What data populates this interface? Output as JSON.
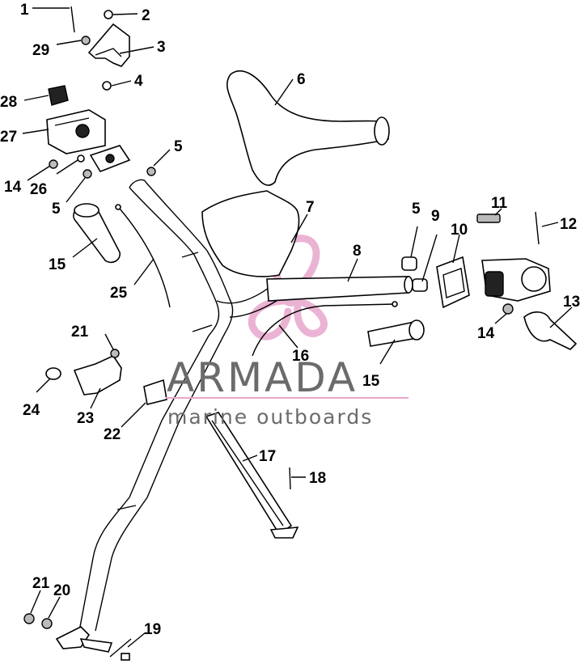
{
  "watermark": {
    "title": "ARMADA",
    "subtitle": "marine outboards",
    "accent_color": "#e8a6cc",
    "text_color": "#6b6b6b"
  },
  "callouts": [
    {
      "id": "c1",
      "label": "1"
    },
    {
      "id": "c2",
      "label": "2"
    },
    {
      "id": "c29",
      "label": "29"
    },
    {
      "id": "c3",
      "label": "3"
    },
    {
      "id": "c4",
      "label": "4"
    },
    {
      "id": "c28",
      "label": "28"
    },
    {
      "id": "c27",
      "label": "27"
    },
    {
      "id": "c6",
      "label": "6"
    },
    {
      "id": "c5a",
      "label": "5"
    },
    {
      "id": "c14a",
      "label": "14"
    },
    {
      "id": "c26",
      "label": "26"
    },
    {
      "id": "c5b",
      "label": "5"
    },
    {
      "id": "c7",
      "label": "7"
    },
    {
      "id": "c11",
      "label": "11"
    },
    {
      "id": "c12",
      "label": "12"
    },
    {
      "id": "c5c",
      "label": "5"
    },
    {
      "id": "c9",
      "label": "9"
    },
    {
      "id": "c10",
      "label": "10"
    },
    {
      "id": "c8",
      "label": "8"
    },
    {
      "id": "c15a",
      "label": "15"
    },
    {
      "id": "c25",
      "label": "25"
    },
    {
      "id": "c13",
      "label": "13"
    },
    {
      "id": "c14b",
      "label": "14"
    },
    {
      "id": "c21a",
      "label": "21"
    },
    {
      "id": "c16",
      "label": "16"
    },
    {
      "id": "c15b",
      "label": "15"
    },
    {
      "id": "c24",
      "label": "24"
    },
    {
      "id": "c23",
      "label": "23"
    },
    {
      "id": "c22",
      "label": "22"
    },
    {
      "id": "c17",
      "label": "17"
    },
    {
      "id": "c18",
      "label": "18"
    },
    {
      "id": "c21b",
      "label": "21"
    },
    {
      "id": "c20",
      "label": "20"
    },
    {
      "id": "c19",
      "label": "19"
    }
  ]
}
